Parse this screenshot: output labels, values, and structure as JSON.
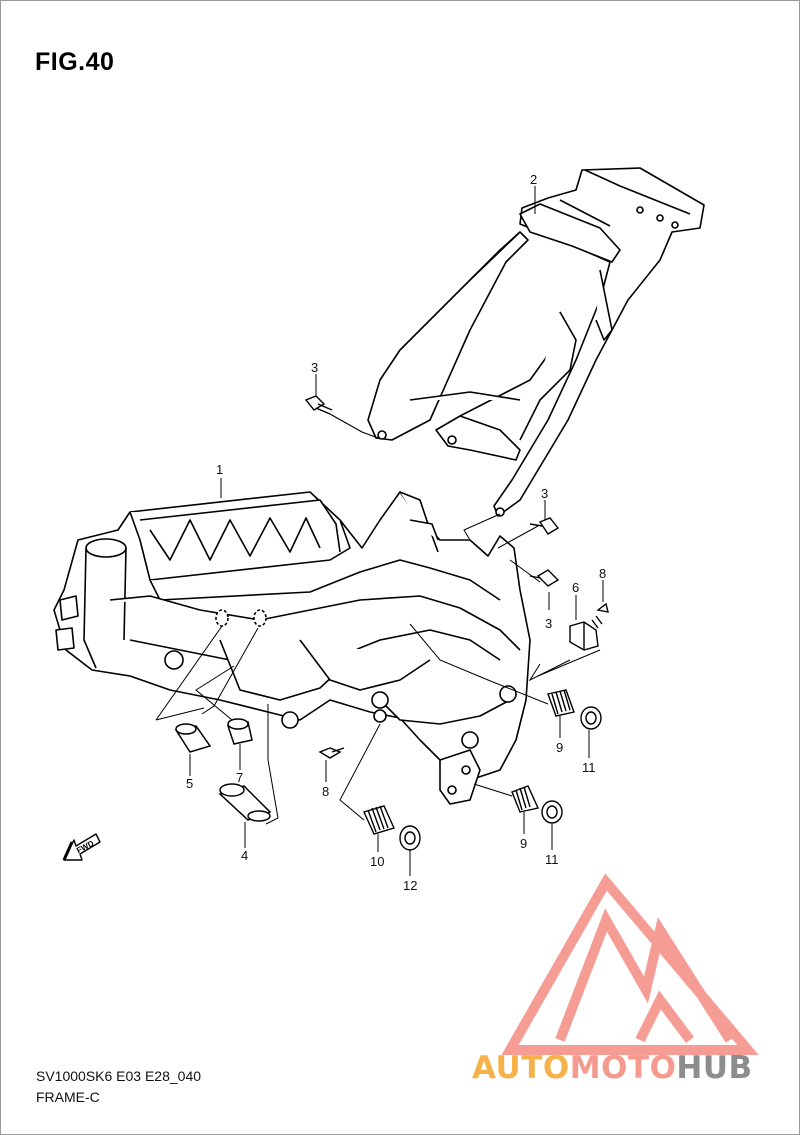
{
  "figure": {
    "title": "FIG.40"
  },
  "footer": {
    "model_code": "SV1000SK6 E03 E28_040",
    "name": "FRAME-C"
  },
  "direction_arrow": {
    "label": "FWD"
  },
  "callouts": [
    "1",
    "2",
    "3",
    "3",
    "3",
    "4",
    "5",
    "6",
    "7",
    "8",
    "8",
    "9",
    "9",
    "10",
    "11",
    "11",
    "12"
  ],
  "watermark": {
    "part1": "AUTO",
    "part2": "MOTO",
    "part3": "HUB",
    "colors": {
      "auto": "#f6b24a",
      "moto": "#f49a8e",
      "hub": "#8d8d8d",
      "logo": "#f58f86"
    }
  }
}
